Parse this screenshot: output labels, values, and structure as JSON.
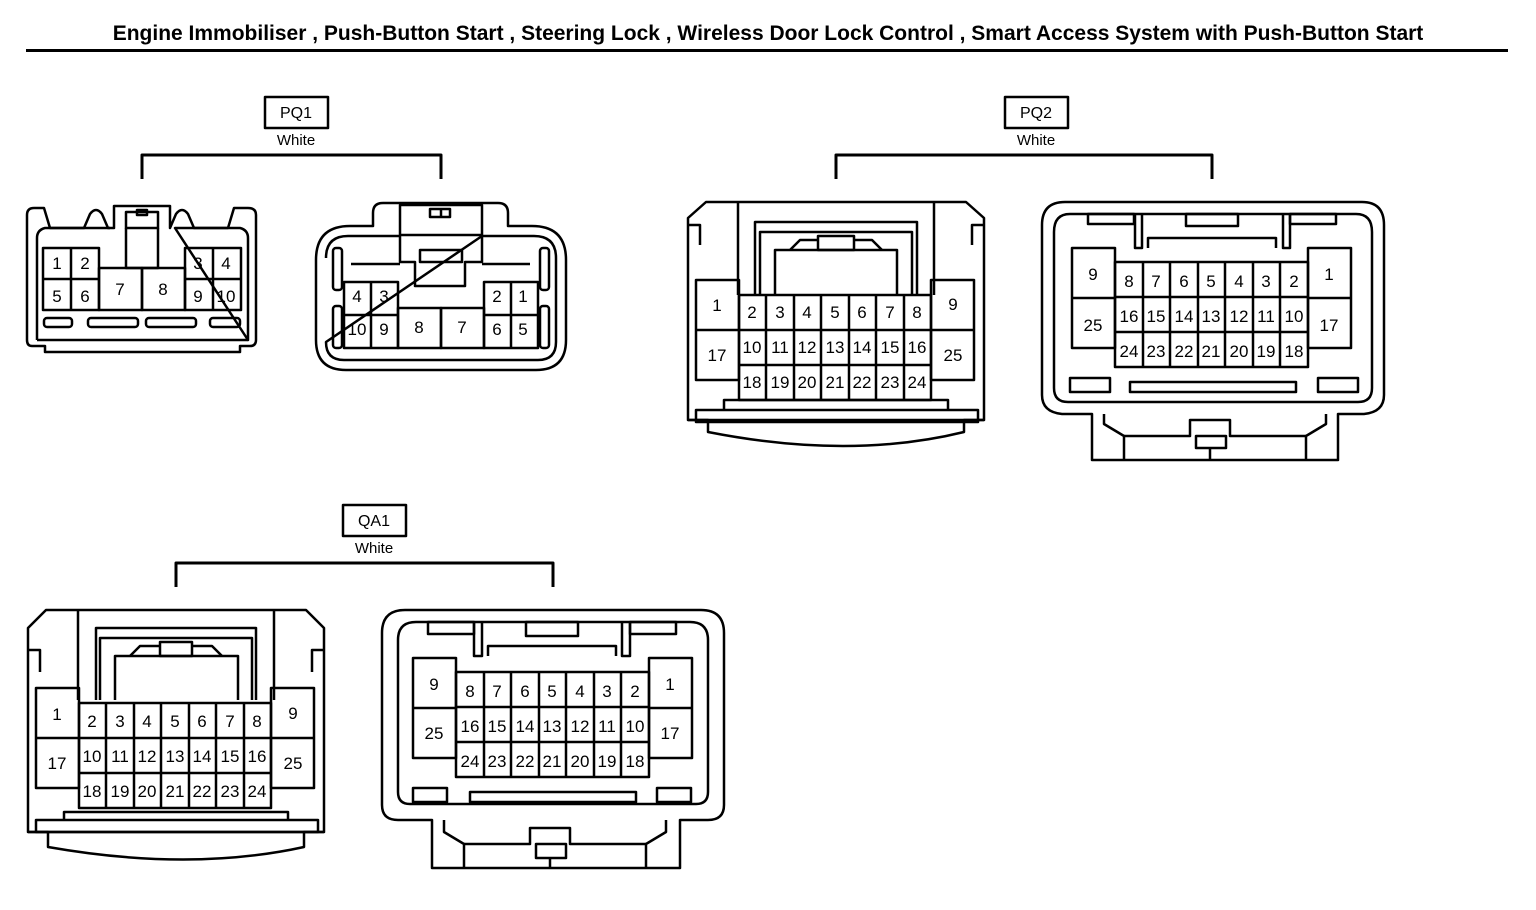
{
  "title": "Engine Immobiliser , Push-Button Start , Steering Lock , Wireless Door Lock Control , Smart Access System with Push-Button Start",
  "connectors": [
    {
      "id": "PQ1",
      "color": "White",
      "left_pins": [
        "1",
        "2",
        "5",
        "6",
        "7",
        "8",
        "3",
        "4",
        "9",
        "10"
      ],
      "right_pins": [
        "4",
        "3",
        "10",
        "9",
        "8",
        "7",
        "2",
        "1",
        "6",
        "5"
      ]
    },
    {
      "id": "PQ2",
      "color": "White",
      "left_pins": [
        "1",
        "17",
        "2",
        "3",
        "4",
        "5",
        "6",
        "7",
        "8",
        "10",
        "11",
        "12",
        "13",
        "14",
        "15",
        "16",
        "18",
        "19",
        "20",
        "21",
        "22",
        "23",
        "24",
        "9",
        "25"
      ],
      "right_pins": [
        "9",
        "25",
        "8",
        "7",
        "6",
        "5",
        "4",
        "3",
        "2",
        "16",
        "15",
        "14",
        "13",
        "12",
        "11",
        "10",
        "24",
        "23",
        "22",
        "21",
        "20",
        "19",
        "18",
        "1",
        "17"
      ]
    },
    {
      "id": "QA1",
      "color": "White",
      "left_pins": [
        "1",
        "17",
        "2",
        "3",
        "4",
        "5",
        "6",
        "7",
        "8",
        "10",
        "11",
        "12",
        "13",
        "14",
        "15",
        "16",
        "18",
        "19",
        "20",
        "21",
        "22",
        "23",
        "24",
        "9",
        "25"
      ],
      "right_pins": [
        "9",
        "25",
        "8",
        "7",
        "6",
        "5",
        "4",
        "3",
        "2",
        "16",
        "15",
        "14",
        "13",
        "12",
        "11",
        "10",
        "24",
        "23",
        "22",
        "21",
        "20",
        "19",
        "18",
        "1",
        "17"
      ]
    }
  ]
}
